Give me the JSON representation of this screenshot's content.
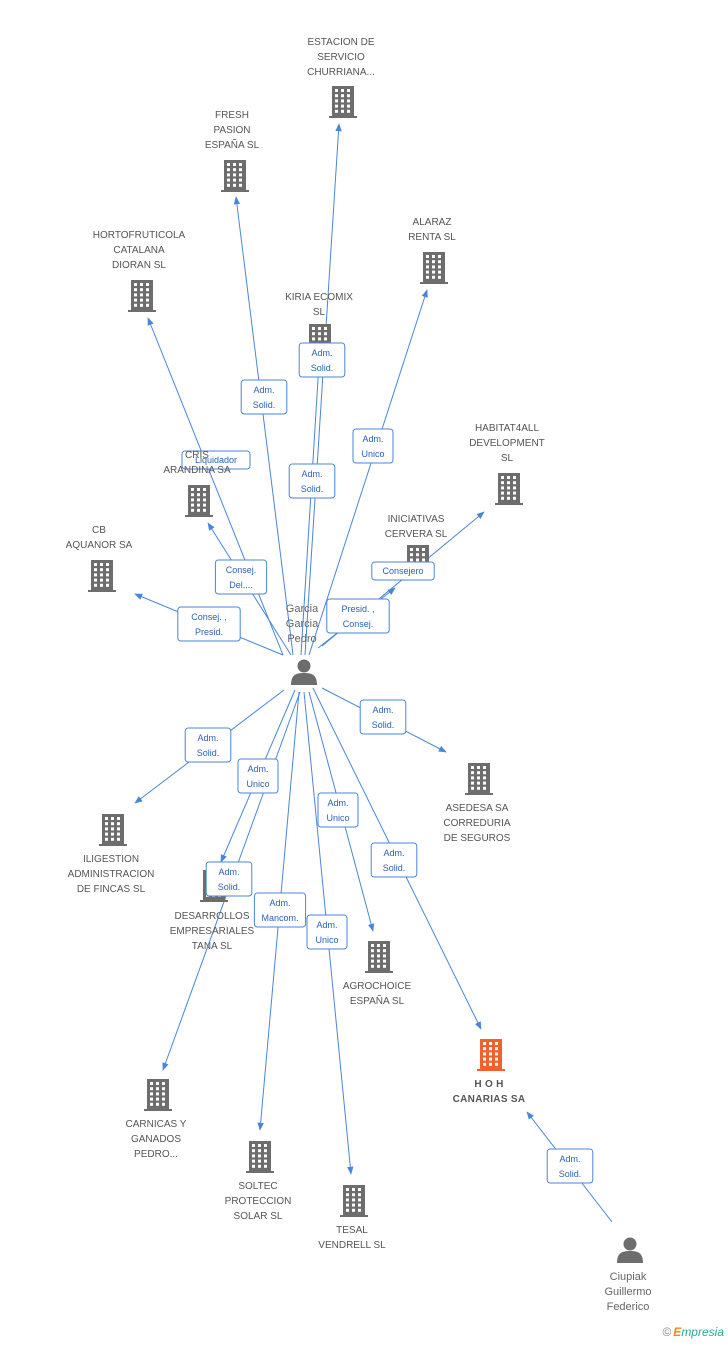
{
  "graph": {
    "companies": [
      {
        "id": "estacion",
        "lines": [
          "ESTACION DE",
          "SERVICIO",
          "CHURRIANA..."
        ],
        "focus": false
      },
      {
        "id": "fresh",
        "lines": [
          "FRESH",
          "PASION",
          "ESPAÑA  SL"
        ],
        "focus": false
      },
      {
        "id": "hortofruticola",
        "lines": [
          "HORTOFRUTICOLA",
          "CATALANA",
          "DIORAN SL"
        ],
        "focus": false
      },
      {
        "id": "alaraz",
        "lines": [
          "ALARAZ",
          "RENTA SL"
        ],
        "focus": false
      },
      {
        "id": "kiria",
        "lines": [
          "KIRIA ECOMIX",
          "SL"
        ],
        "focus": false
      },
      {
        "id": "habitat",
        "lines": [
          "HABITAT4ALL",
          "DEVELOPMENT",
          "SL"
        ],
        "focus": false
      },
      {
        "id": "cris",
        "lines": [
          "CRIS",
          "ARANDINA SA"
        ],
        "focus": false
      },
      {
        "id": "iniciativas",
        "lines": [
          "INICIATIVAS",
          "CERVERA SL"
        ],
        "focus": false
      },
      {
        "id": "aquanor",
        "lines": [
          "CB",
          "AQUANOR SA"
        ],
        "focus": false
      },
      {
        "id": "asedesa",
        "lines": [
          "ASEDESA SA",
          "CORREDURIA",
          "DE SEGUROS"
        ],
        "focus": false
      },
      {
        "id": "iligestion",
        "lines": [
          "ILIGESTION",
          "ADMINISTRACION",
          "DE FINCAS SL"
        ],
        "focus": false
      },
      {
        "id": "desarrollos",
        "lines": [
          "DESARROLLOS",
          "EMPRESARIALES",
          "TANA  SL"
        ],
        "focus": false
      },
      {
        "id": "agrochoice",
        "lines": [
          "AGROCHOICE",
          "ESPAÑA SL"
        ],
        "focus": false
      },
      {
        "id": "hoh",
        "lines": [
          "H O H",
          "CANARIAS SA"
        ],
        "focus": true
      },
      {
        "id": "carnicas",
        "lines": [
          "CARNICAS Y",
          "GANADOS",
          "PEDRO..."
        ],
        "focus": false
      },
      {
        "id": "soltec",
        "lines": [
          "SOLTEC",
          "PROTECCION",
          "SOLAR SL"
        ],
        "focus": false
      },
      {
        "id": "tesal",
        "lines": [
          "TESAL",
          "VENDRELL SL"
        ],
        "focus": false
      }
    ],
    "persons": [
      {
        "id": "garcia",
        "lines": [
          "Garcia",
          "Garcia",
          "Pedro"
        ]
      },
      {
        "id": "ciupiak",
        "lines": [
          "Ciupiak",
          "Guillermo",
          "Federico"
        ]
      }
    ],
    "edges": [
      {
        "from": "garcia",
        "to": "estacion",
        "label": [
          "Adm.",
          "Solid."
        ]
      },
      {
        "from": "garcia",
        "to": "fresh",
        "label": [
          "Adm.",
          "Solid."
        ]
      },
      {
        "from": "garcia",
        "to": "hortofruticola",
        "label": [
          "Liquidador"
        ]
      },
      {
        "from": "garcia",
        "to": "alaraz",
        "label": [
          "Adm.",
          "Unico"
        ]
      },
      {
        "from": "garcia",
        "to": "kiria",
        "label": [
          "Adm.",
          "Solid."
        ]
      },
      {
        "from": "garcia",
        "to": "habitat",
        "label": [
          "Consejero"
        ]
      },
      {
        "from": "garcia",
        "to": "cris",
        "label": [
          "Consej.",
          "Del...."
        ]
      },
      {
        "from": "garcia",
        "to": "iniciativas",
        "label": [
          "Presid. ,",
          "Consej."
        ]
      },
      {
        "from": "garcia",
        "to": "aquanor",
        "label": [
          "Consej. ,",
          "Presid."
        ]
      },
      {
        "from": "garcia",
        "to": "asedesa",
        "label": [
          "Adm.",
          "Solid."
        ]
      },
      {
        "from": "garcia",
        "to": "iligestion",
        "label": [
          "Adm.",
          "Solid."
        ]
      },
      {
        "from": "garcia",
        "to": "desarrollos",
        "label": [
          "Adm.",
          "Unico"
        ]
      },
      {
        "from": "garcia",
        "to": "agrochoice",
        "label": [
          "Adm.",
          "Unico"
        ]
      },
      {
        "from": "garcia",
        "to": "hoh",
        "label": [
          "Adm.",
          "Solid."
        ]
      },
      {
        "from": "garcia",
        "to": "carnicas",
        "label": [
          "Adm.",
          "Solid."
        ]
      },
      {
        "from": "garcia",
        "to": "soltec",
        "label": [
          "Adm.",
          "Mancom."
        ]
      },
      {
        "from": "garcia",
        "to": "tesal",
        "label": [
          "Adm.",
          "Unico"
        ]
      },
      {
        "from": "ciupiak",
        "to": "hoh",
        "label": [
          "Adm.",
          "Solid."
        ]
      }
    ]
  },
  "colors": {
    "edge": "#4a86d8",
    "building": "#6d6d6d",
    "focus_building": "#f0612e",
    "person": "#6d6d6d"
  },
  "footer": {
    "copyright_symbol": "©",
    "brand_initial": "E",
    "brand_rest": "mpresia"
  }
}
